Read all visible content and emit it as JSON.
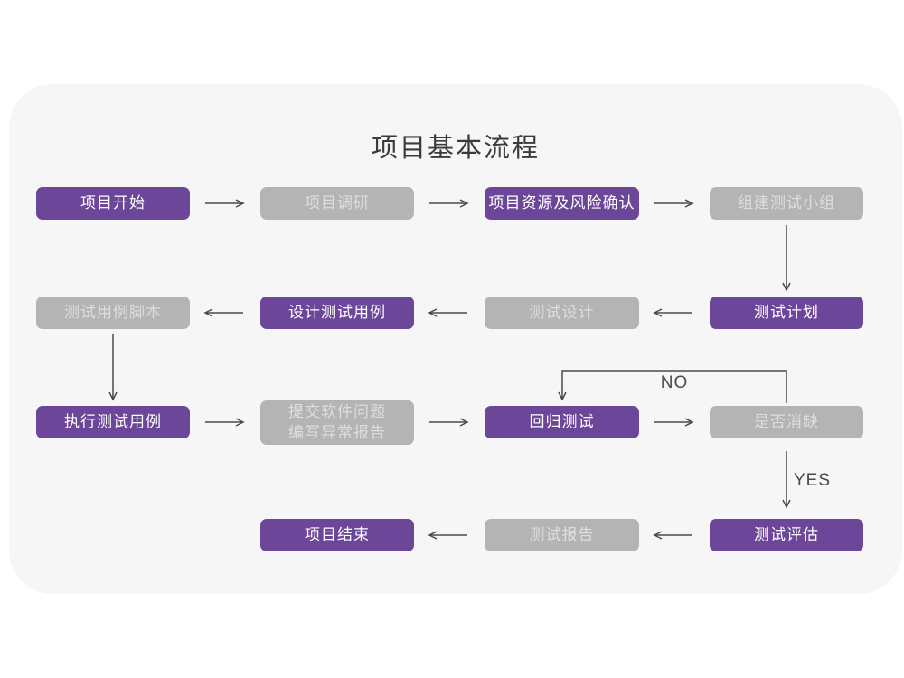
{
  "title": "项目基本流程",
  "colors": {
    "page_bg": "#ffffff",
    "card_bg": "#f6f6f7",
    "purple": "#6c4699",
    "gray": "#b4b4b4",
    "text_on_purple": "#ffffff",
    "text_on_gray": "#dedede",
    "title_color": "#3b3b3b",
    "arrow": "#4a4a4a"
  },
  "nodes": {
    "r1c1": {
      "label": "项目开始",
      "variant": "purple"
    },
    "r1c2": {
      "label": "项目调研",
      "variant": "gray"
    },
    "r1c3": {
      "label": "项目资源及风险确认",
      "variant": "purple"
    },
    "r1c4": {
      "label": "组建测试小组",
      "variant": "gray"
    },
    "r2c1": {
      "label": "测试用例脚本",
      "variant": "gray"
    },
    "r2c2": {
      "label": "设计测试用例",
      "variant": "purple"
    },
    "r2c3": {
      "label": "测试设计",
      "variant": "gray"
    },
    "r2c4": {
      "label": "测试计划",
      "variant": "purple"
    },
    "r3c1": {
      "label": "执行测试用例",
      "variant": "purple"
    },
    "r3c2": {
      "label_line1": "提交软件问题",
      "label_line2": "编写异常报告",
      "variant": "gray"
    },
    "r3c3": {
      "label": "回归测试",
      "variant": "purple"
    },
    "r3c4": {
      "label": "是否消缺",
      "variant": "gray"
    },
    "r4c2": {
      "label": "项目结束",
      "variant": "purple"
    },
    "r4c3": {
      "label": "测试报告",
      "variant": "gray"
    },
    "r4c4": {
      "label": "测试评估",
      "variant": "purple"
    }
  },
  "edge_labels": {
    "no": "NO",
    "yes": "YES"
  }
}
